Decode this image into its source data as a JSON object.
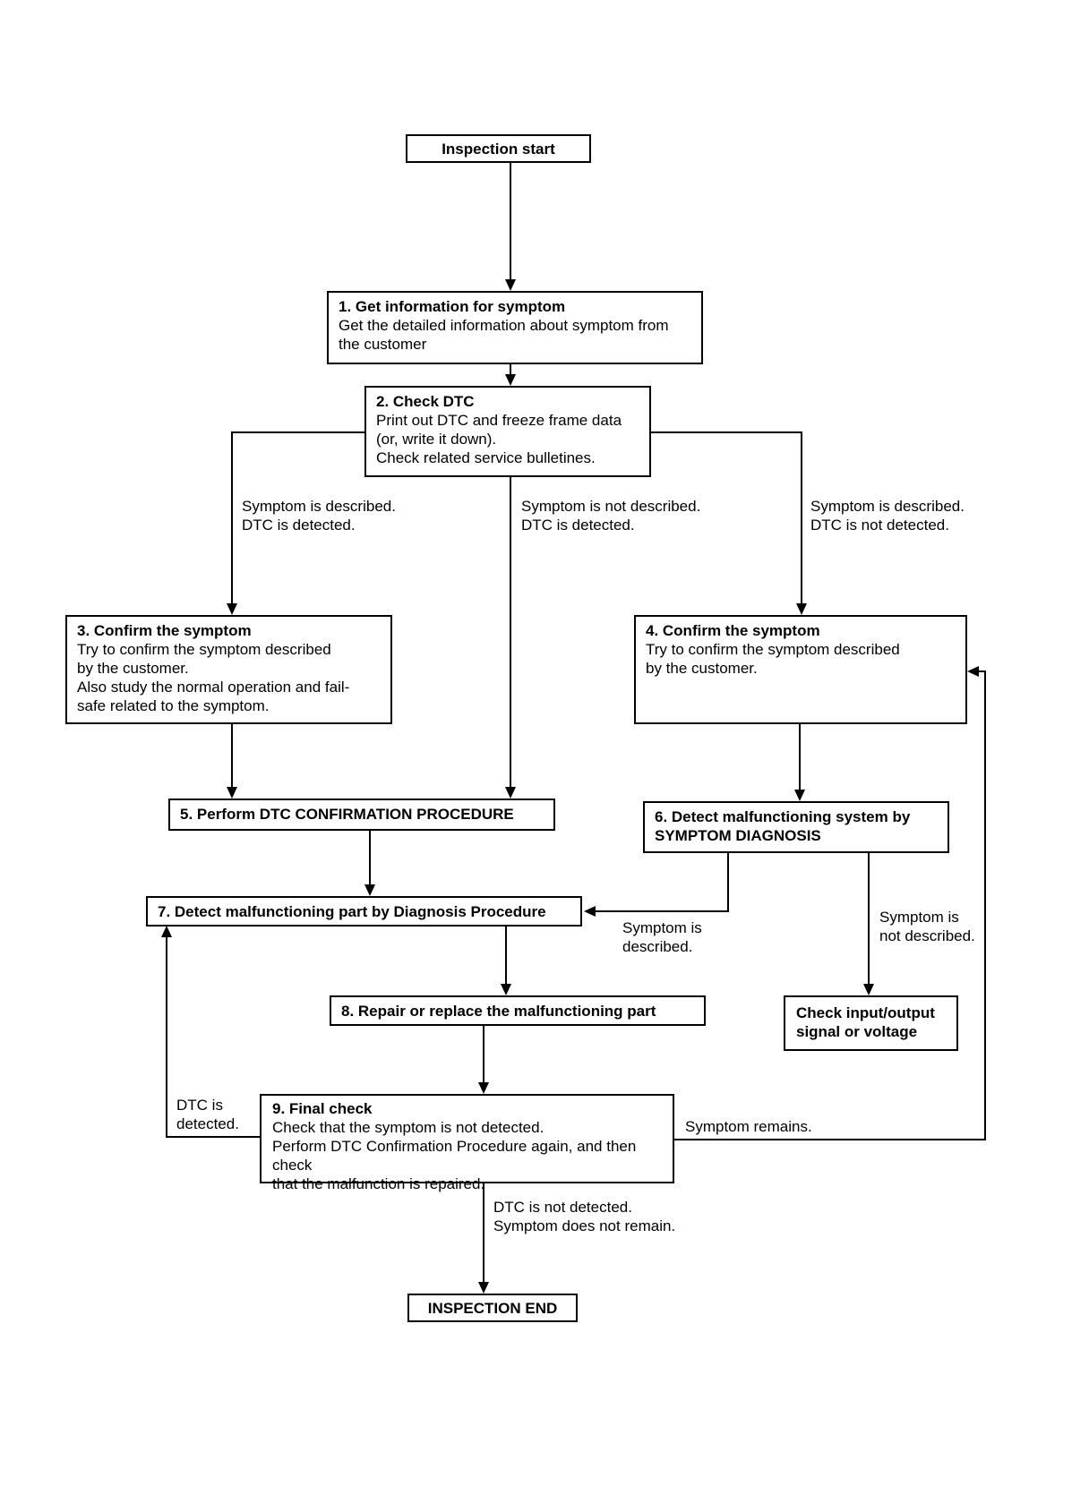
{
  "diagram": {
    "start": "Inspection start",
    "end": "INSPECTION END",
    "steps": {
      "s1": {
        "title": "1. Get information for symptom",
        "body": "Get the detailed information about symptom from\nthe customer"
      },
      "s2": {
        "title": "2. Check DTC",
        "body": "Print out DTC and freeze frame data\n(or, write it down).\nCheck related service bulletines."
      },
      "s3": {
        "title": "3. Confirm the symptom",
        "body": "Try to confirm the symptom described\nby the customer.\nAlso study the normal operation and fail-\nsafe related to the symptom."
      },
      "s4": {
        "title": "4. Confirm the symptom",
        "body": "Try to confirm the symptom described\nby the customer."
      },
      "s5": {
        "title": "5. Perform DTC CONFIRMATION PROCEDURE"
      },
      "s6": {
        "title": "6. Detect malfunctioning system by\nSYMPTOM DIAGNOSIS"
      },
      "s7": {
        "title": "7. Detect malfunctioning part by Diagnosis Procedure"
      },
      "s8": {
        "title": "8. Repair or replace the malfunctioning part"
      },
      "s9": {
        "title": "9. Final check",
        "body": "Check that the symptom is not detected.\nPerform DTC Confirmation Procedure again, and then check\nthat the malfunction is repaired."
      },
      "check_io": {
        "title": "Check input/output\nsignal or voltage"
      }
    },
    "edge_labels": {
      "left_branch": "Symptom is described.\nDTC is detected.",
      "mid_branch": "Symptom is not described.\nDTC is detected.",
      "right_branch": "Symptom is described.\nDTC is not detected.",
      "symptom_described": "Symptom is\ndescribed.",
      "symptom_not_described": "Symptom is\nnot described.",
      "dtc_detected": "DTC is\ndetected.",
      "symptom_remains": "Symptom remains.",
      "dtc_not_detected": "DTC is not detected.\nSymptom does not remain."
    },
    "colors": {
      "line": "#000000",
      "background": "#ffffff",
      "text": "#000000"
    }
  }
}
